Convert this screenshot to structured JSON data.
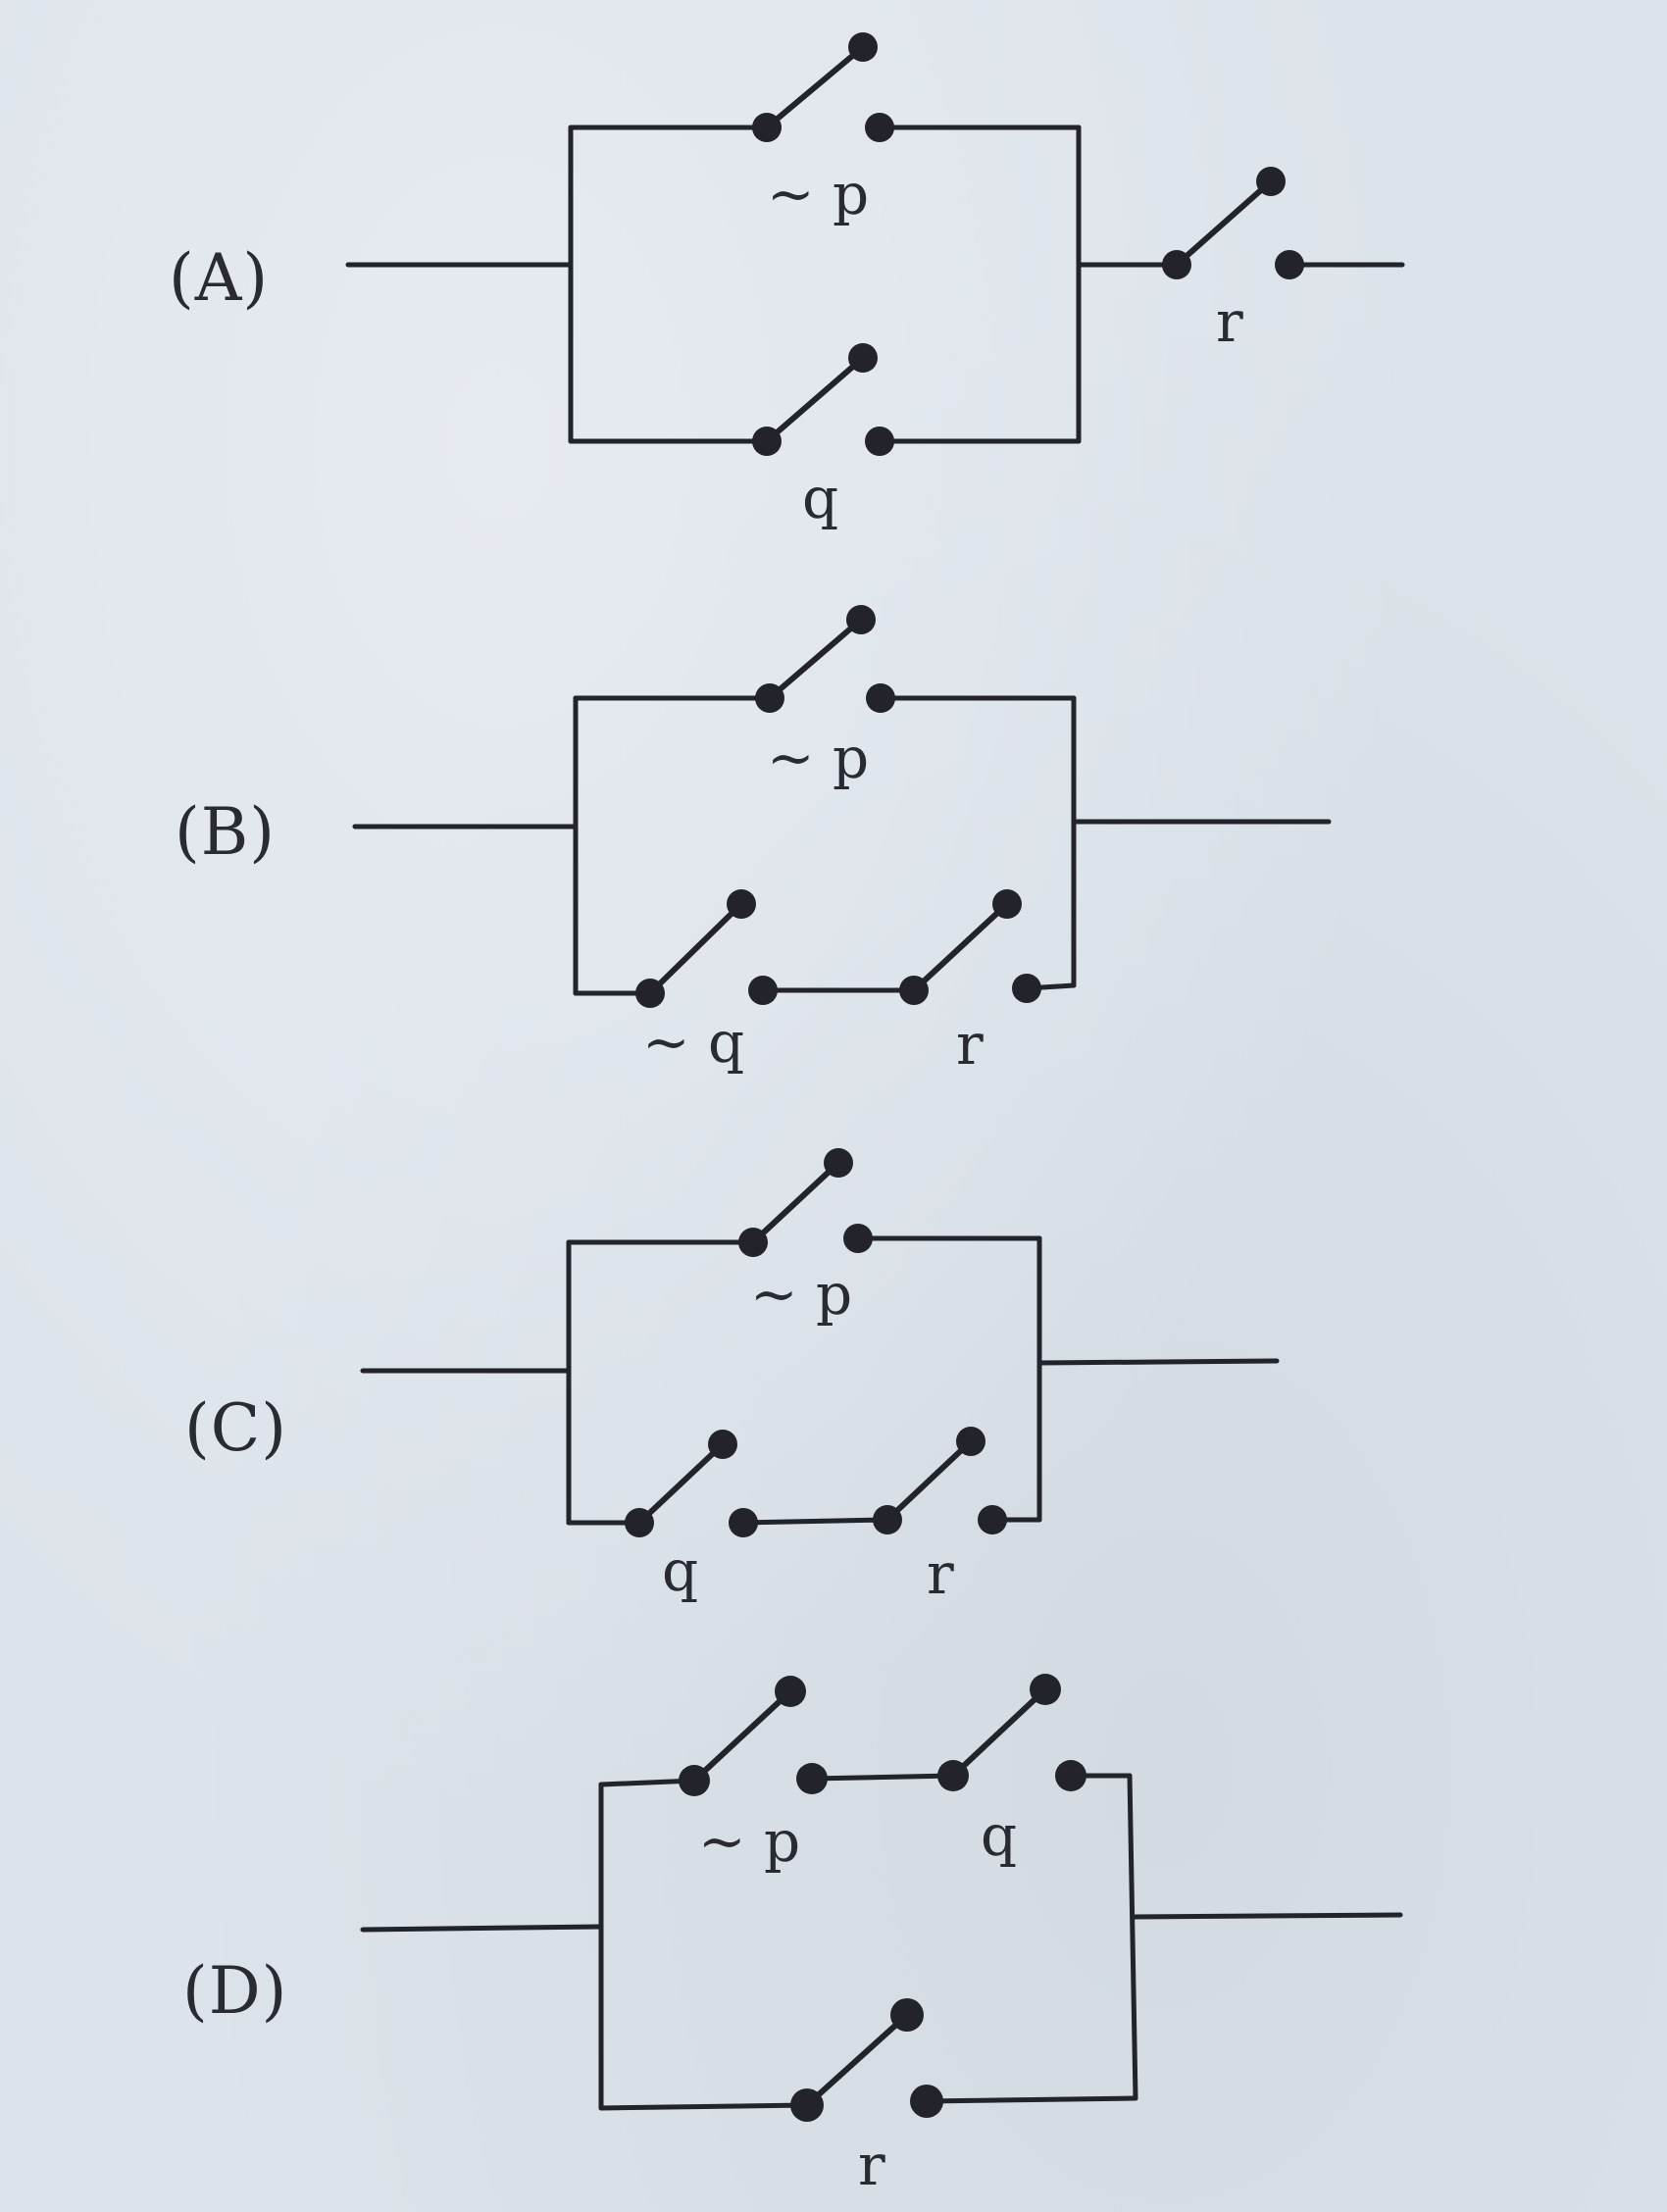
{
  "circuits": [
    {
      "label": "(A)",
      "switches": [
        "~ p",
        "q",
        "r"
      ]
    },
    {
      "label": "(B)",
      "switches": [
        "~ p",
        "~ q",
        "r"
      ]
    },
    {
      "label": "(C)",
      "switches": [
        "~ p",
        "q",
        "r"
      ]
    },
    {
      "label": "(D)",
      "switches": [
        "~ p",
        "q",
        "r"
      ]
    }
  ]
}
